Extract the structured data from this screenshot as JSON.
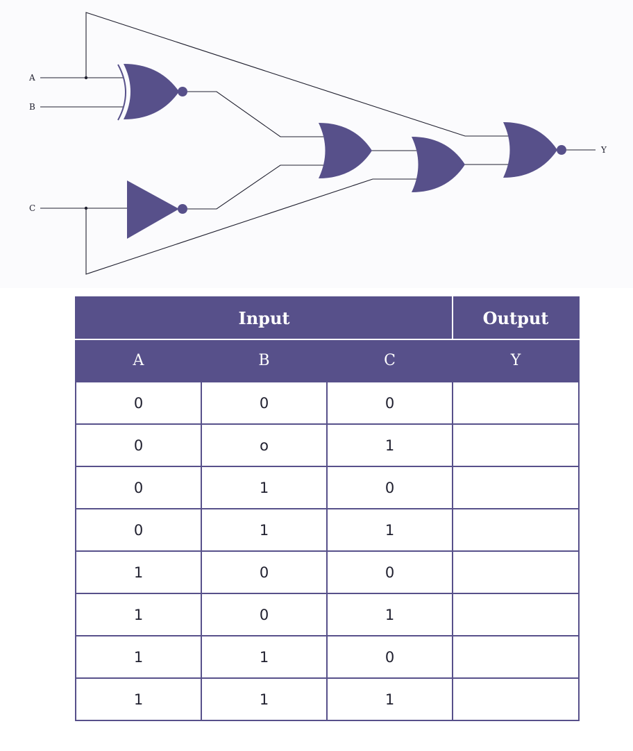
{
  "colors": {
    "accent": "#57508a",
    "wire": "#1f1f2e",
    "background": "#ffffff"
  },
  "circuit": {
    "input_labels": [
      "A",
      "B",
      "C"
    ],
    "output_label": "Y",
    "gates": [
      {
        "id": "g1",
        "type": "XNOR",
        "inputs": [
          "A",
          "B"
        ]
      },
      {
        "id": "g2",
        "type": "NOT",
        "inputs": [
          "C"
        ]
      },
      {
        "id": "g3",
        "type": "OR",
        "inputs": [
          "g1",
          "g2"
        ]
      },
      {
        "id": "g4",
        "type": "OR",
        "inputs": [
          "g3",
          "C"
        ]
      },
      {
        "id": "g5",
        "type": "NOR",
        "inputs": [
          "A",
          "g4"
        ]
      }
    ]
  },
  "table": {
    "group_headers": {
      "input": "Input",
      "output": "Output"
    },
    "columns": [
      "A",
      "B",
      "C",
      "Y"
    ],
    "rows": [
      [
        "0",
        "0",
        "0",
        ""
      ],
      [
        "0",
        "o",
        "1",
        ""
      ],
      [
        "0",
        "1",
        "0",
        ""
      ],
      [
        "0",
        "1",
        "1",
        ""
      ],
      [
        "1",
        "0",
        "0",
        ""
      ],
      [
        "1",
        "0",
        "1",
        ""
      ],
      [
        "1",
        "1",
        "0",
        ""
      ],
      [
        "1",
        "1",
        "1",
        ""
      ]
    ]
  }
}
